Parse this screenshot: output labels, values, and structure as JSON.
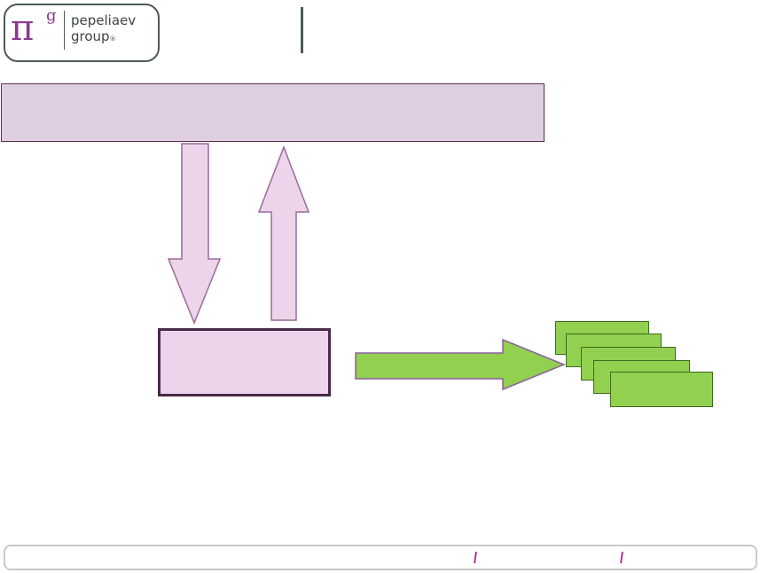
{
  "logo": {
    "symbol": "π",
    "superscript": "g",
    "line1": "pepeliaev",
    "line2": "group",
    "registered": "®"
  },
  "colors": {
    "purple_fill": "#e0cfe0",
    "purple_light": "#ecd4eb",
    "purple_border": "#5a2f58",
    "green_fill": "#92d050",
    "green_arrow": "#92d050",
    "brand_purple": "#8a3a8f",
    "brand_gray": "#4d5a57"
  },
  "diagram": {
    "top_box_text": "",
    "middle_box_text": "",
    "arrows": [
      {
        "name": "down-arrow",
        "direction": "down",
        "from": "top-box",
        "to": "middle-box"
      },
      {
        "name": "up-arrow",
        "direction": "up",
        "from": "middle-box",
        "to": "top-box"
      },
      {
        "name": "right-arrow",
        "direction": "right",
        "from": "middle-box",
        "to": "green-stack"
      }
    ],
    "green_stack_count": 5
  }
}
